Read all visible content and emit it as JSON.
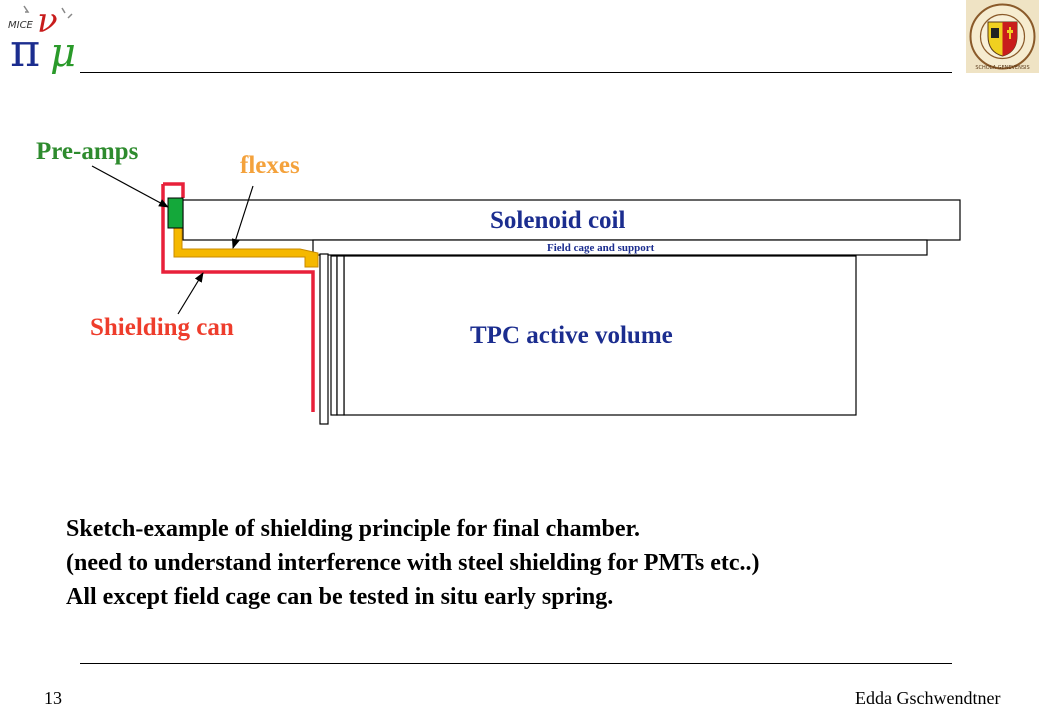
{
  "header": {
    "left_logo_icon": "mice-pi-nu-mu-logo",
    "left_logo_text": "MICE",
    "right_logo_icon": "schola-genevensis-seal",
    "right_logo_text": "SCHOLA GENEVENSIS"
  },
  "diagram": {
    "labels": {
      "preamps": "Pre-amps",
      "flexes": "flexes",
      "solenoid": "Solenoid coil",
      "field_cage": "Field cage and support",
      "shielding": "Shielding can",
      "tpc": "TPC active volume"
    },
    "colors": {
      "preamps": "#2e8b2e",
      "flexes": "#f4a23c",
      "shielding": "#ee3d2c",
      "blue_text": "#1b2d8f",
      "shield_line": "#e8203a",
      "flex_fill": "#f5b800",
      "preamp_box": "#14a83a"
    }
  },
  "caption": [
    "Sketch-example of shielding principle for final chamber.",
    "(need to understand  interference with steel shielding for PMTs etc..)",
    "All except field cage can be tested in situ early spring."
  ],
  "footer": {
    "page_number": "13",
    "author": "Edda Gschwendtner"
  }
}
